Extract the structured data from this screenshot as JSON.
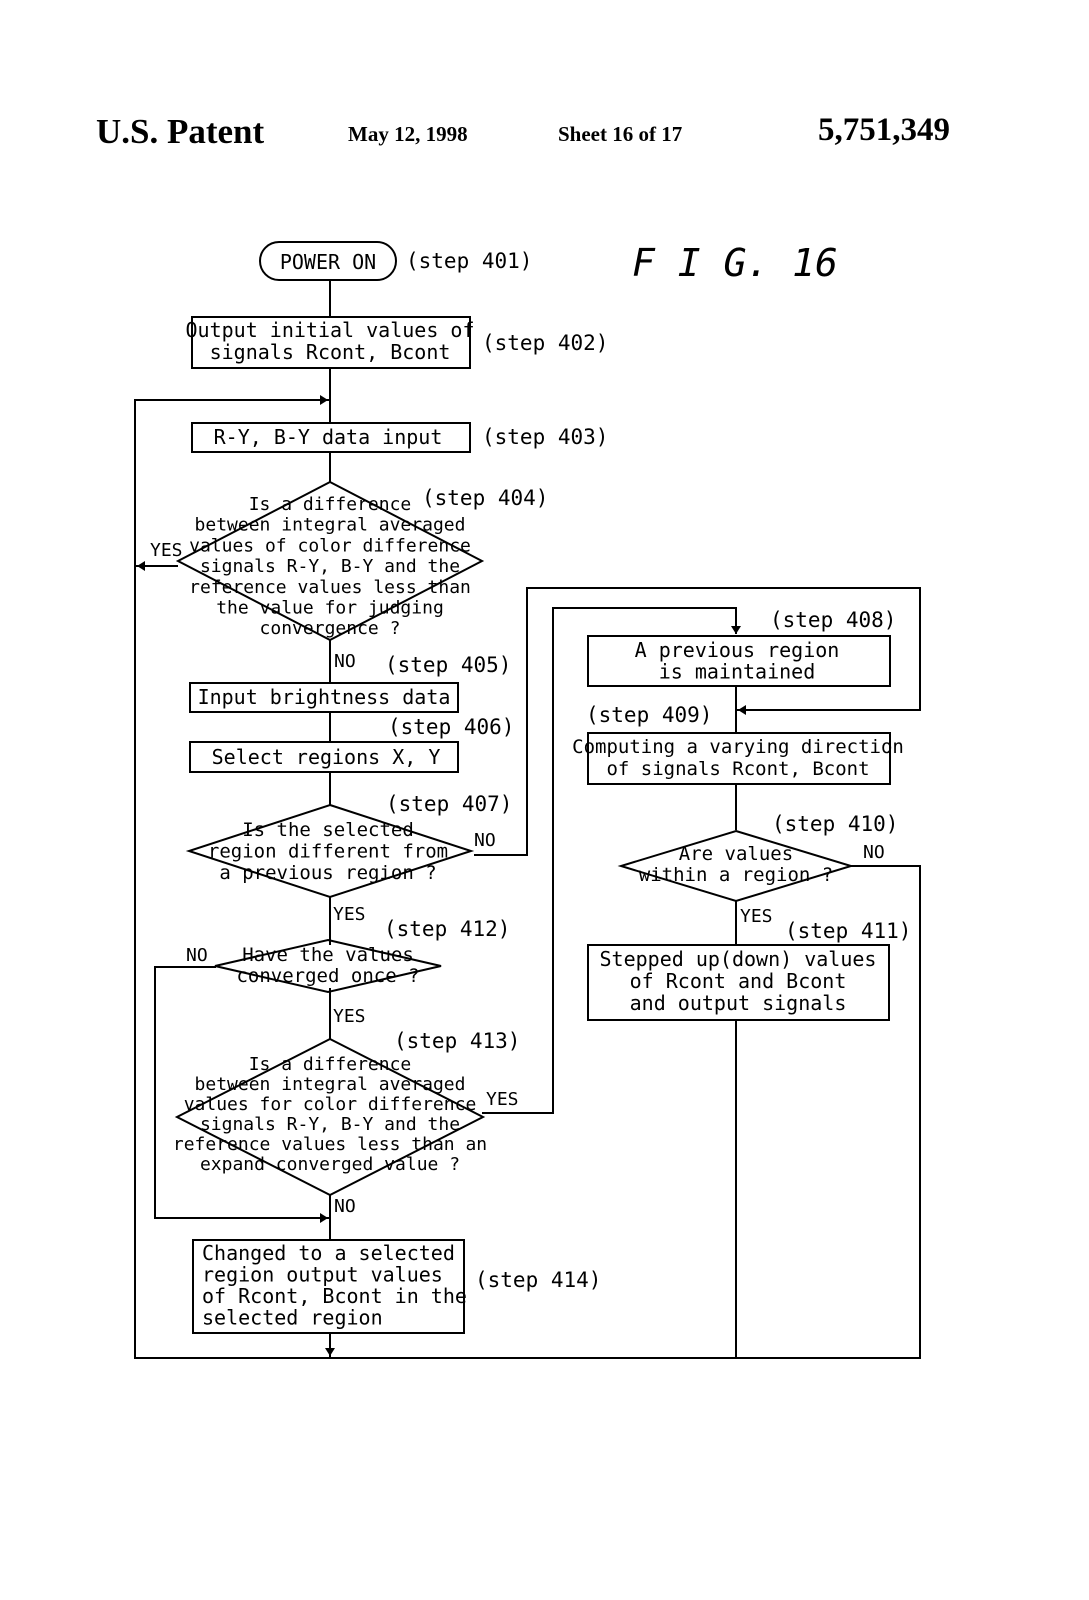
{
  "header": {
    "title": "U.S. Patent",
    "date": "May 12, 1998",
    "sheet": "Sheet 16 of 17",
    "patent_number": "5,751,349"
  },
  "figure_label": "F I G. 16",
  "steps": {
    "s401": {
      "label": "(step 401)",
      "text": [
        "POWER ON"
      ]
    },
    "s402": {
      "label": "(step 402)",
      "text": [
        "Output initial values of",
        "signals Rcont, Bcont"
      ]
    },
    "s403": {
      "label": "(step 403)",
      "text": [
        "R-Y, B-Y data input"
      ]
    },
    "s404": {
      "label": "(step 404)",
      "text": [
        "Is a difference",
        "between integral averaged",
        "values of color difference",
        "signals R-Y, B-Y and the",
        "reference values less than",
        "the value for judging",
        "convergence ?"
      ]
    },
    "s405": {
      "label": "(step 405)",
      "text": [
        "Input brightness data"
      ]
    },
    "s406": {
      "label": "(step 406)",
      "text": [
        "Select regions X, Y"
      ]
    },
    "s407": {
      "label": "(step 407)",
      "text": [
        "Is the selected",
        "region different from",
        "a previous region ?"
      ]
    },
    "s408": {
      "label": "(step 408)",
      "text": [
        "A previous region",
        "is maintained"
      ]
    },
    "s409": {
      "label": "(step 409)",
      "text": [
        "Computing a varying direction",
        "of signals Rcont, Bcont"
      ]
    },
    "s410": {
      "label": "(step 410)",
      "text": [
        "Are values",
        "within a region ?"
      ]
    },
    "s411": {
      "label": "(step 411)",
      "text": [
        "Stepped up(down) values",
        "of Rcont and Bcont",
        "and output signals"
      ]
    },
    "s412": {
      "label": "(step 412)",
      "text": [
        "Have the values",
        "converged once ?"
      ]
    },
    "s413": {
      "label": "(step 413)",
      "text": [
        "Is a difference",
        "between integral averaged",
        "values for color difference",
        "signals R-Y, B-Y and the",
        "reference values less than an",
        "expand converged value ?"
      ]
    },
    "s414": {
      "label": "(step 414)",
      "text": [
        "Changed to a selected",
        "region output values",
        "of Rcont, Bcont in the",
        "selected region"
      ]
    }
  },
  "branches": {
    "yes": "YES",
    "no": "NO"
  }
}
